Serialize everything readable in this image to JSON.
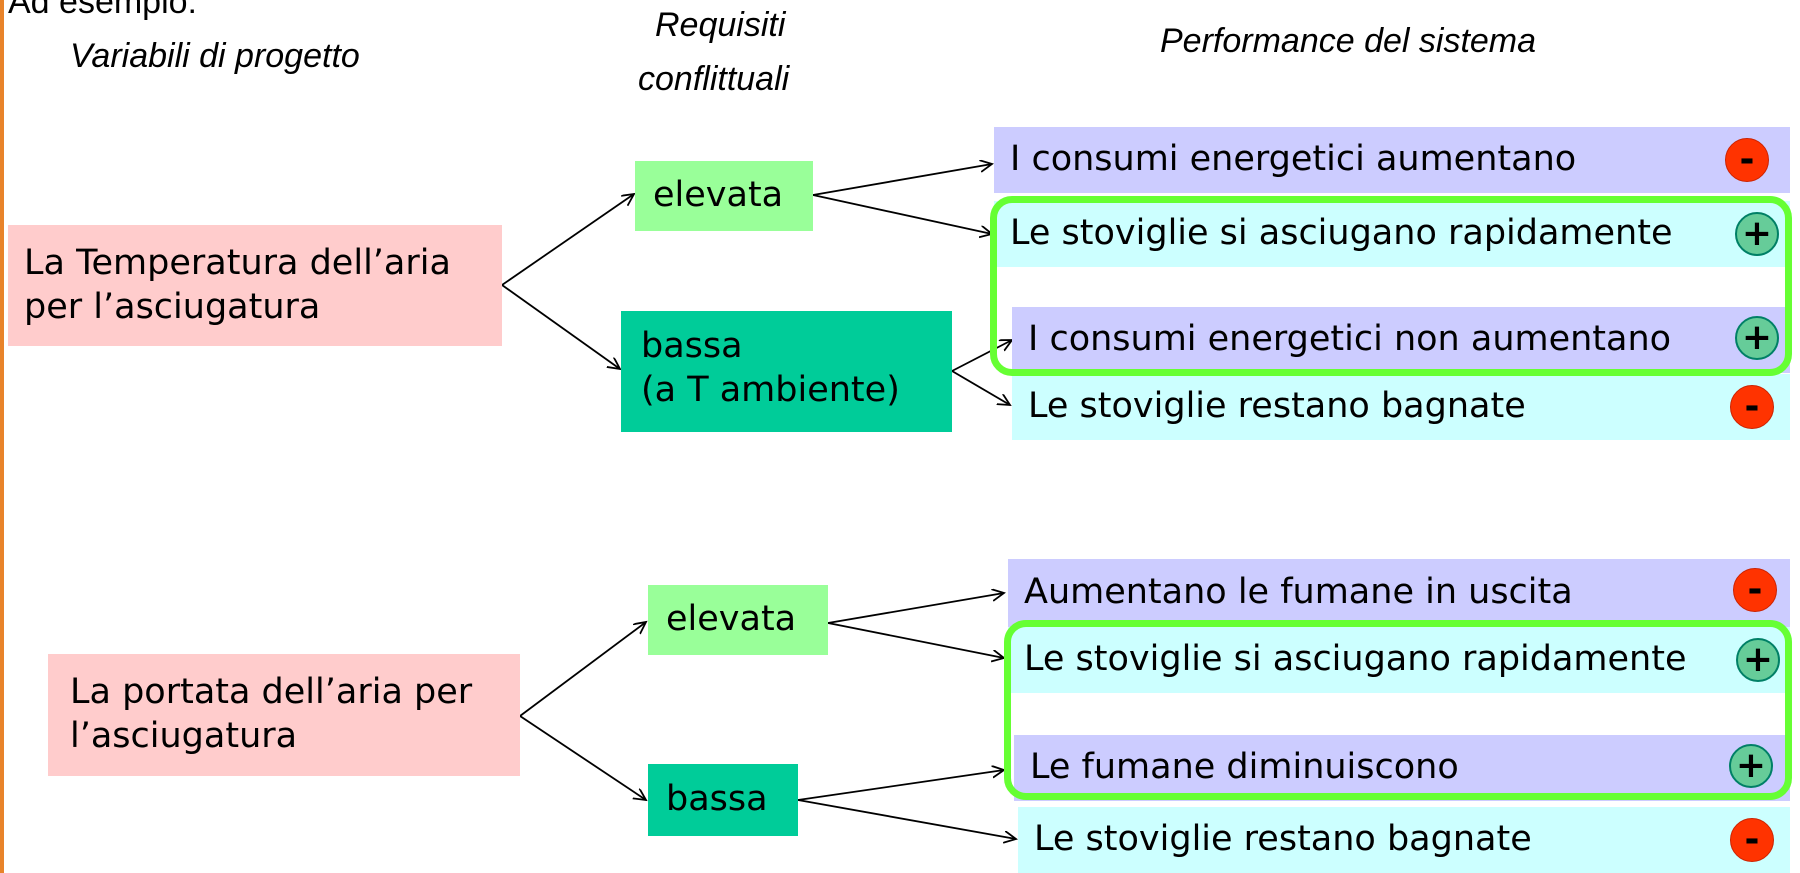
{
  "intro_text": "Ad esempio:",
  "headers": {
    "variables": "Variabili di progetto",
    "requirements_line1": "Requisiti",
    "requirements_line2": "conflittuali",
    "performance": "Performance del sistema"
  },
  "groups": [
    {
      "variable_line1": "La Temperatura dell’aria",
      "variable_line2": "per l’asciugatura",
      "high_label": "elevata",
      "low_line1": "bassa",
      "low_line2": "(a T ambiente)",
      "results": [
        {
          "text": "I consumi energetici aumentano",
          "sign": "-"
        },
        {
          "text": "Le stoviglie si asciugano rapidamente",
          "sign": "+"
        },
        {
          "text": "I consumi energetici non aumentano",
          "sign": "+"
        },
        {
          "text": "Le stoviglie restano bagnate",
          "sign": "-"
        }
      ]
    },
    {
      "variable_line1": "La portata dell’aria per",
      "variable_line2": "l’asciugatura",
      "high_label": "elevata",
      "low_label": "bassa",
      "results": [
        {
          "text": "Aumentano le fumane in uscita",
          "sign": "-"
        },
        {
          "text": "Le stoviglie si asciugano rapidamente",
          "sign": "+"
        },
        {
          "text": "Le fumane diminuiscono",
          "sign": "+"
        },
        {
          "text": "Le stoviglie restano bagnate",
          "sign": "-"
        }
      ]
    }
  ],
  "colors": {
    "variable_box": "#ffcccc",
    "requirement_high": "#99ff99",
    "requirement_low": "#00cc99",
    "result_lavender": "#ccccff",
    "result_cyan": "#ccffff",
    "minus_sign": "#ff3300",
    "plus_sign": "#66cc99",
    "highlight_frame": "#66ff33"
  }
}
